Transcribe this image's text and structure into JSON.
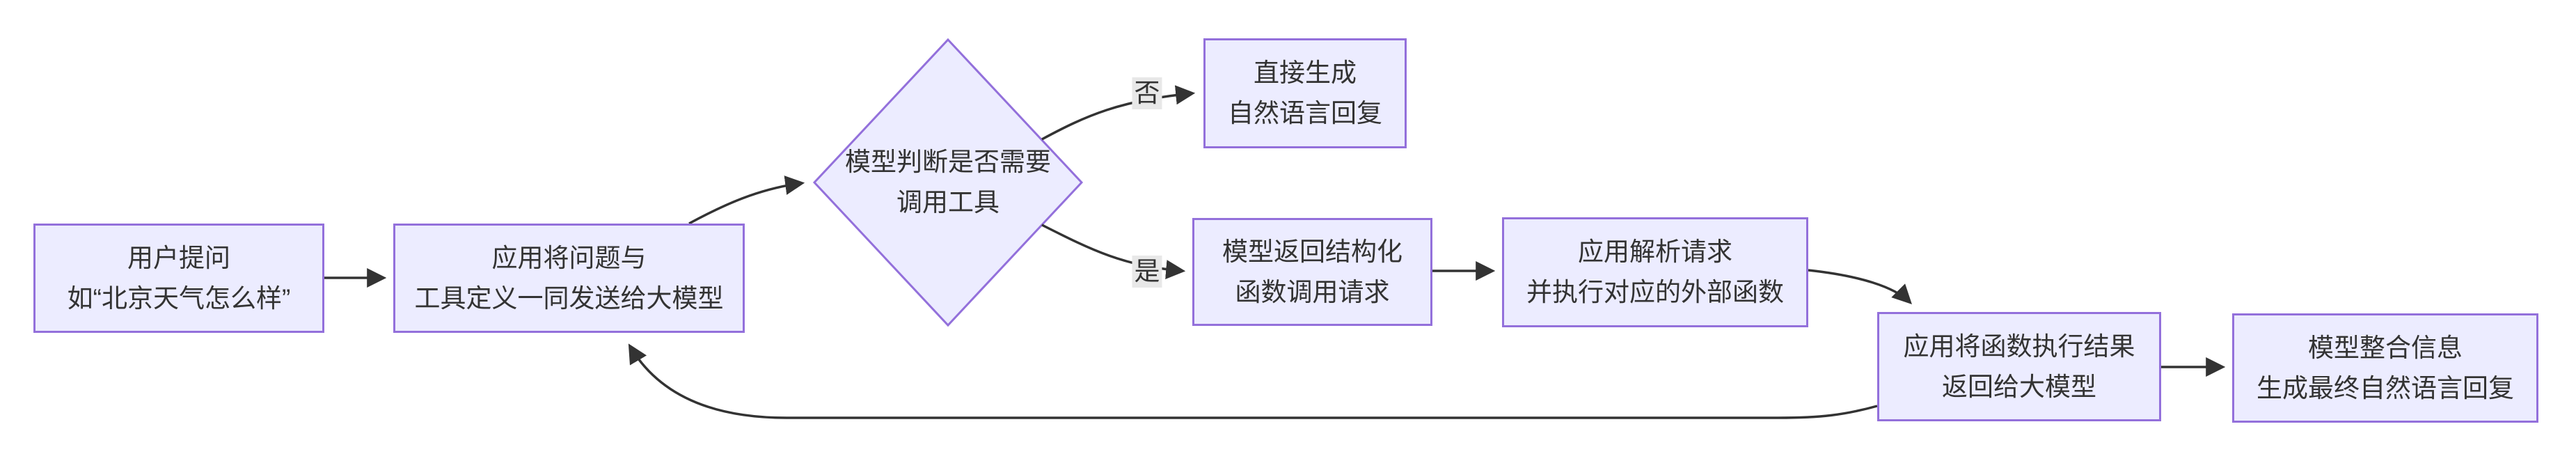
{
  "diagram": {
    "type": "flowchart-LR",
    "theme": {
      "node_fill": "#ECECFF",
      "node_border": "#9370DB",
      "text_color": "#333333",
      "edge_color": "#333333",
      "edge_label_bg": "#e8e8e8",
      "background": "#ffffff"
    },
    "nodes": {
      "user_question": {
        "line1": "用户提问",
        "line2": "如“北京天气怎么样”"
      },
      "send_to_model": {
        "line1": "应用将问题与",
        "line2": "工具定义一同发送给大模型"
      },
      "decision": {
        "line1": "模型判断是否需要",
        "line2": "调用工具"
      },
      "direct_reply": {
        "line1": "直接生成",
        "line2": "自然语言回复"
      },
      "structured_call": {
        "line1": "模型返回结构化",
        "line2": "函数调用请求"
      },
      "parse_execute": {
        "line1": "应用解析请求",
        "line2": "并执行对应的外部函数"
      },
      "return_result": {
        "line1": "应用将函数执行结果",
        "line2": "返回给大模型"
      },
      "final_reply": {
        "line1": "模型整合信息",
        "line2": "生成最终自然语言回复"
      }
    },
    "edge_labels": {
      "no": "否",
      "yes": "是"
    },
    "edges": [
      {
        "from": "user_question",
        "to": "send_to_model",
        "label": ""
      },
      {
        "from": "send_to_model",
        "to": "decision",
        "label": ""
      },
      {
        "from": "decision",
        "to": "direct_reply",
        "label": "否"
      },
      {
        "from": "decision",
        "to": "structured_call",
        "label": "是"
      },
      {
        "from": "structured_call",
        "to": "parse_execute",
        "label": ""
      },
      {
        "from": "parse_execute",
        "to": "return_result",
        "label": ""
      },
      {
        "from": "return_result",
        "to": "final_reply",
        "label": ""
      },
      {
        "from": "return_result",
        "to": "send_to_model",
        "label": ""
      }
    ]
  }
}
